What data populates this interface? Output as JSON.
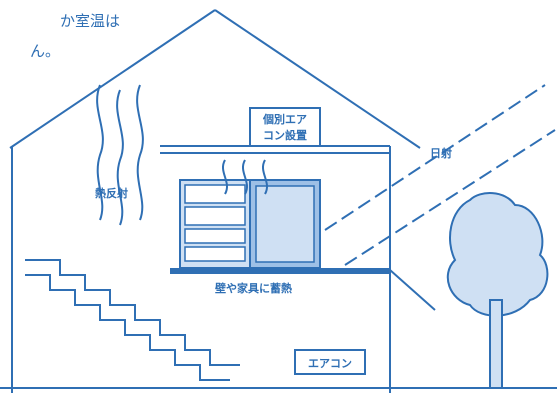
{
  "top_text": {
    "line1": "か室温は",
    "line2": "ん。"
  },
  "labels": {
    "heat_reflection": "熱反射",
    "individual_ac_line1": "個別エア",
    "individual_ac_line2": "コン設置",
    "sunlight": "日射",
    "heat_storage": "壁や家具に蓄熱",
    "aircon": "エアコン"
  },
  "colors": {
    "line": "#2f6fb4",
    "fill_light": "#cfe0f3",
    "fill_mid": "#9ec0e6"
  }
}
